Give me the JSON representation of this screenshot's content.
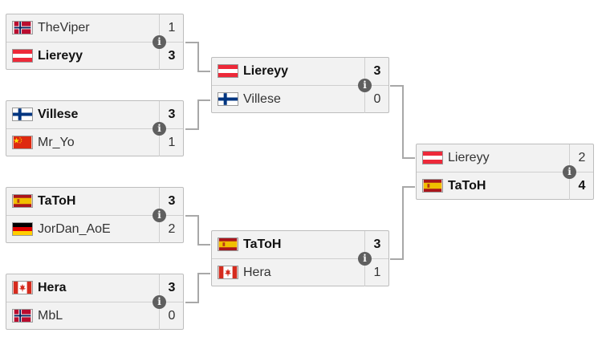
{
  "round1": [
    {
      "p1": {
        "name": "TheViper",
        "flag": "norway",
        "score": "1"
      },
      "p2": {
        "name": "Liereyy",
        "flag": "austria",
        "score": "3"
      },
      "winner": 2
    },
    {
      "p1": {
        "name": "Villese",
        "flag": "finland",
        "score": "3"
      },
      "p2": {
        "name": "Mr_Yo",
        "flag": "china",
        "score": "1"
      },
      "winner": 1
    },
    {
      "p1": {
        "name": "TaToH",
        "flag": "spain",
        "score": "3"
      },
      "p2": {
        "name": "JorDan_AoE",
        "flag": "germany",
        "score": "2"
      },
      "winner": 1
    },
    {
      "p1": {
        "name": "Hera",
        "flag": "canada",
        "score": "3"
      },
      "p2": {
        "name": "MbL",
        "flag": "norway",
        "score": "0"
      },
      "winner": 1
    }
  ],
  "semifinals": [
    {
      "p1": {
        "name": "Liereyy",
        "flag": "austria",
        "score": "3"
      },
      "p2": {
        "name": "Villese",
        "flag": "finland",
        "score": "0"
      },
      "winner": 1
    },
    {
      "p1": {
        "name": "TaToH",
        "flag": "spain",
        "score": "3"
      },
      "p2": {
        "name": "Hera",
        "flag": "canada",
        "score": "1"
      },
      "winner": 1
    }
  ],
  "final": [
    {
      "p1": {
        "name": "Liereyy",
        "flag": "austria",
        "score": "2"
      },
      "p2": {
        "name": "TaToH",
        "flag": "spain",
        "score": "4"
      },
      "winner": 2
    }
  ],
  "info_icon": "info-icon",
  "colors": {
    "connector": "#a8a8a8",
    "cell_bg": "#f2f2f2",
    "border": "#bdbdbd",
    "info_bg": "#5f5f5f"
  }
}
